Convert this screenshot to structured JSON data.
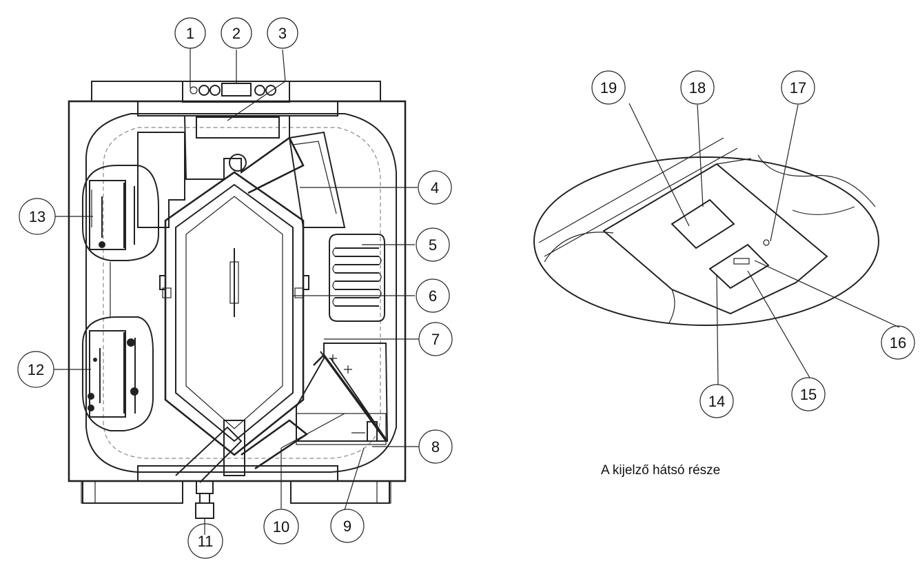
{
  "callouts": [
    "1",
    "2",
    "3",
    "4",
    "5",
    "6",
    "7",
    "8",
    "9",
    "10",
    "11",
    "12",
    "13",
    "14",
    "15",
    "16",
    "17",
    "18",
    "19"
  ],
  "caption": "A kijelző hátsó része"
}
